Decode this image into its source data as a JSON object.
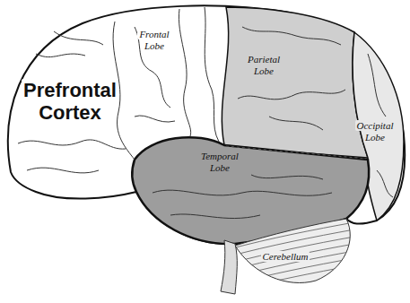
{
  "diagram": {
    "labels": [
      "Prefrontal Cortex",
      "Frontal Lobe",
      "Parietal Lobe",
      "Temporal Lobe",
      "Occipital Lobe",
      "Cerebellum"
    ]
  }
}
